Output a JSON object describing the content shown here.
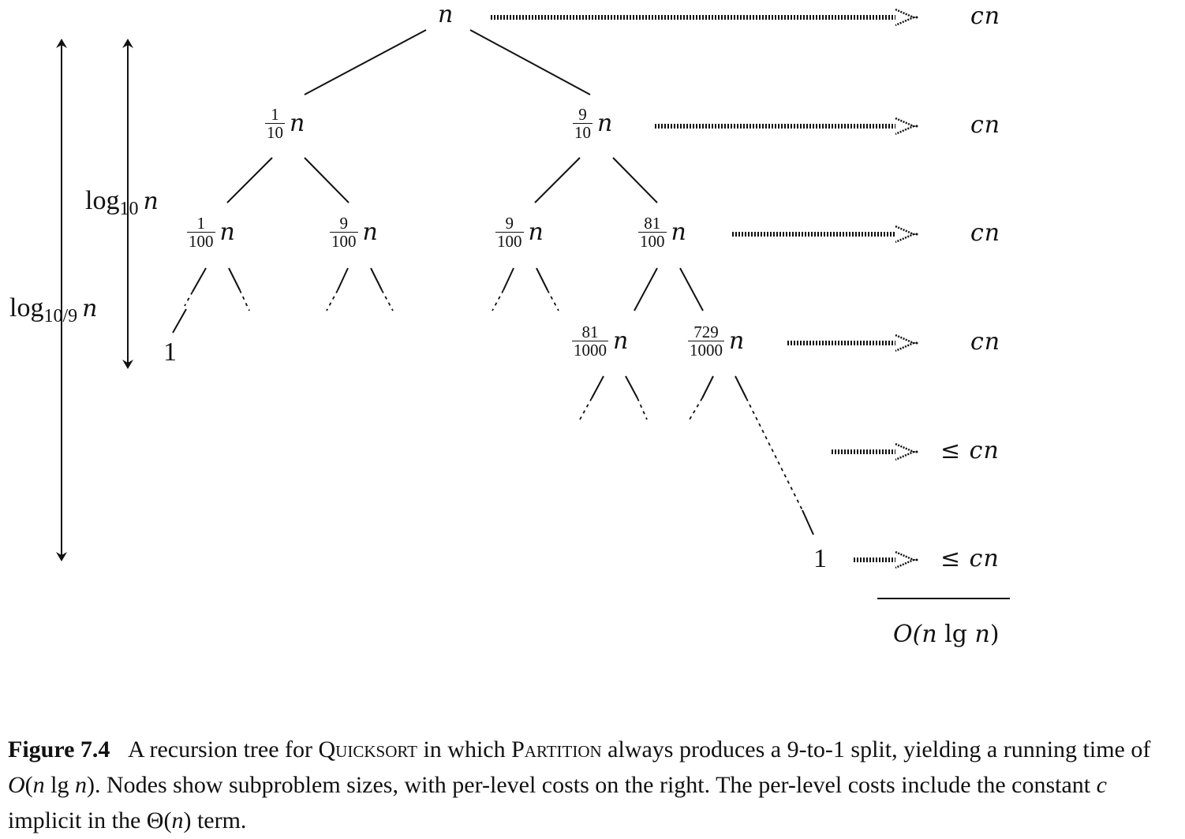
{
  "tree": {
    "root": {
      "var": "n"
    },
    "level1": [
      {
        "num": "1",
        "den": "10",
        "var": "n"
      },
      {
        "num": "9",
        "den": "10",
        "var": "n"
      }
    ],
    "level2": [
      {
        "num": "1",
        "den": "100",
        "var": "n"
      },
      {
        "num": "9",
        "den": "100",
        "var": "n"
      },
      {
        "num": "9",
        "den": "100",
        "var": "n"
      },
      {
        "num": "81",
        "den": "100",
        "var": "n"
      }
    ],
    "level3": [
      {
        "num": "81",
        "den": "1000",
        "var": "n"
      },
      {
        "num": "729",
        "den": "1000",
        "var": "n"
      }
    ],
    "leaf_left": "1",
    "leaf_right": "1"
  },
  "heights": {
    "log10": {
      "base": "log",
      "sub": "10",
      "var": "n"
    },
    "log109": {
      "base": "log",
      "sub": "10/9",
      "var": "n"
    }
  },
  "costs": [
    "cn",
    "cn",
    "cn",
    "cn",
    "≤ cn",
    "≤ cn"
  ],
  "total": {
    "pre": "O(",
    "n1": "n",
    "mid": " lg ",
    "n2": "n",
    "post": ")"
  },
  "caption": {
    "label": "Figure 7.4",
    "t1": "A recursion tree for ",
    "quicksort": "Quicksort",
    "t2": " in which ",
    "partition": "Partition",
    "t3": " always produces a 9-to-1 split, yielding a running time of ",
    "o": "O",
    "t4": "(",
    "n1": "n",
    "t5": " lg ",
    "n2": "n",
    "t6": "). Nodes show subproblem sizes, with per-level costs on the right. The per-level costs include the constant ",
    "c": "c",
    "t7": " implicit in the Θ(",
    "n3": "n",
    "t8": ") term."
  }
}
